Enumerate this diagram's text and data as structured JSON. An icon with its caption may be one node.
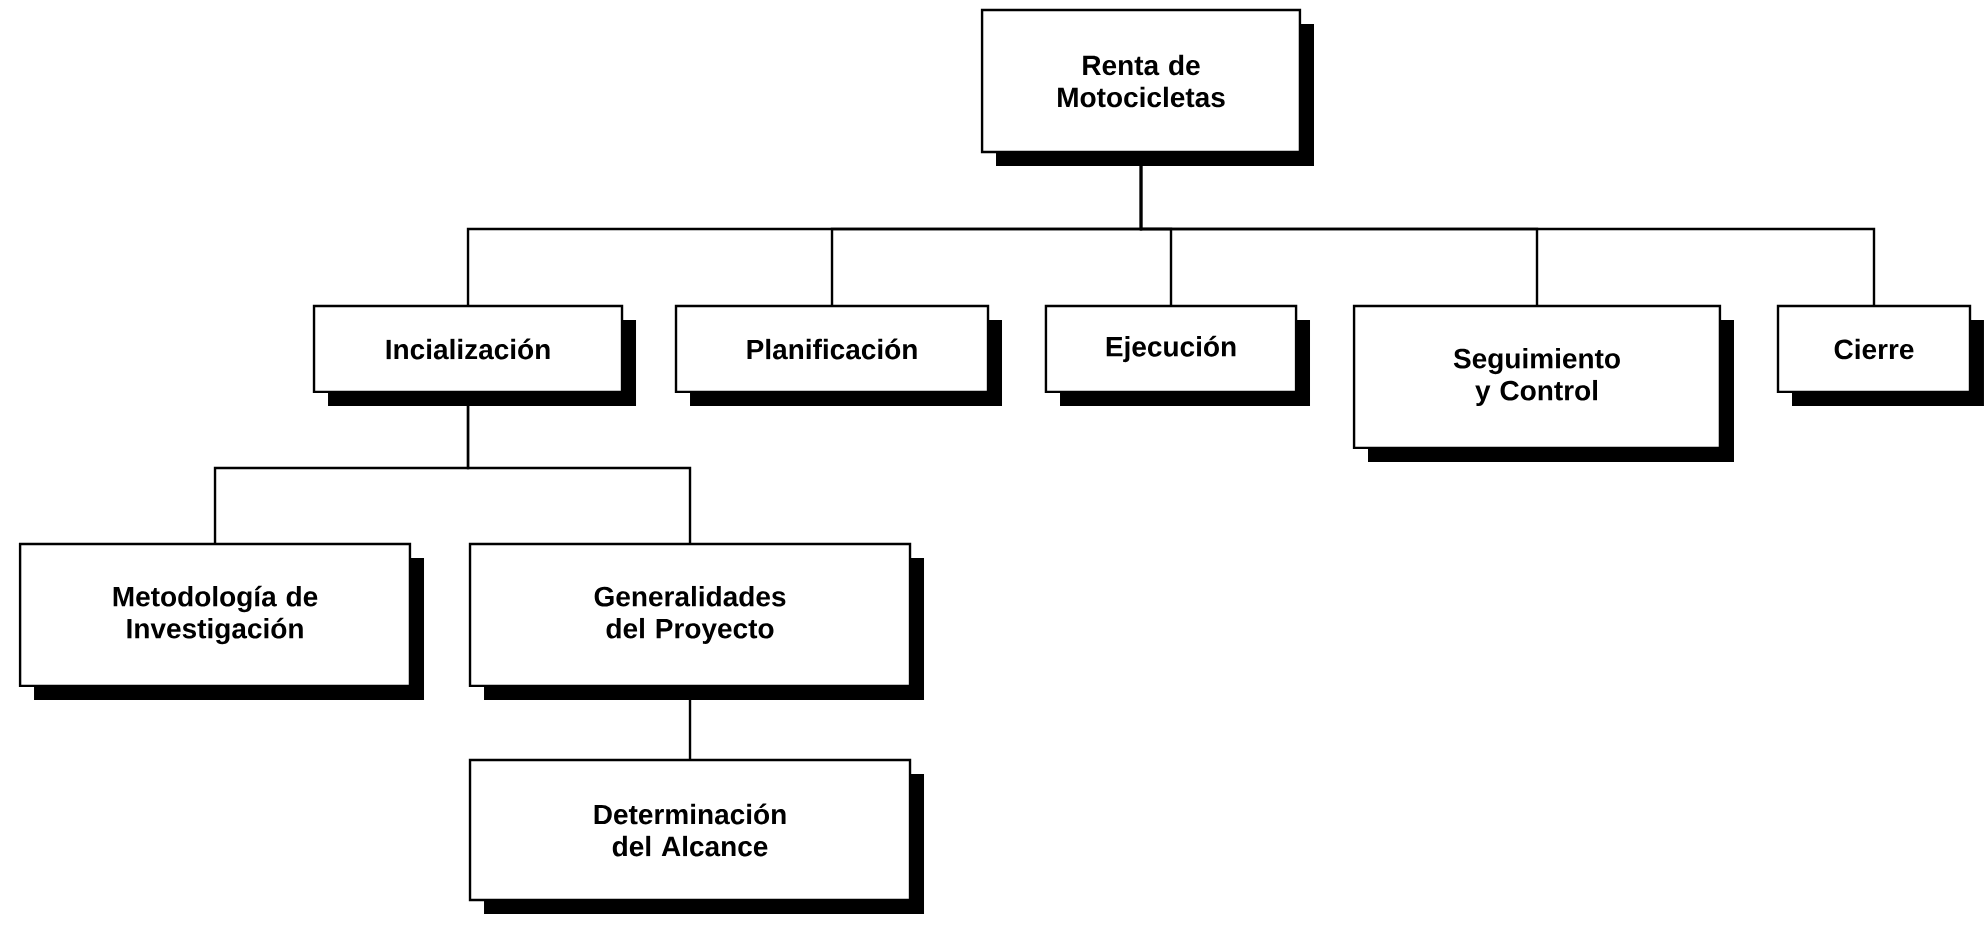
{
  "diagram": {
    "nodes": [
      {
        "text": [
          "Renta de Motocicletas"
        ]
      },
      {
        "text": [
          "Incialización"
        ]
      },
      {
        "text": [
          "Planificación"
        ]
      },
      {
        "text": [
          "Ejecución"
        ]
      },
      {
        "text": [
          "Seguimiento y Control"
        ]
      },
      {
        "text": [
          "Cierre"
        ]
      },
      {
        "text": [
          "Metodología de Investigación"
        ]
      },
      {
        "text": [
          "Generalidades del Proyecto"
        ]
      },
      {
        "text": [
          "Determinación del Alcance"
        ]
      }
    ],
    "edges": [
      {
        "from": 0,
        "to": 1,
        "arrow": "none"
      },
      {
        "from": 0,
        "to": 2,
        "arrow": "none"
      },
      {
        "from": 0,
        "to": 3,
        "arrow": "none"
      },
      {
        "from": 0,
        "to": 4,
        "arrow": "none"
      },
      {
        "from": 0,
        "to": 5,
        "arrow": "none"
      },
      {
        "from": 1,
        "to": 6,
        "arrow": "none"
      },
      {
        "from": 1,
        "to": 7,
        "arrow": "none"
      },
      {
        "from": 7,
        "to": 8,
        "arrow": "none"
      }
    ]
  }
}
